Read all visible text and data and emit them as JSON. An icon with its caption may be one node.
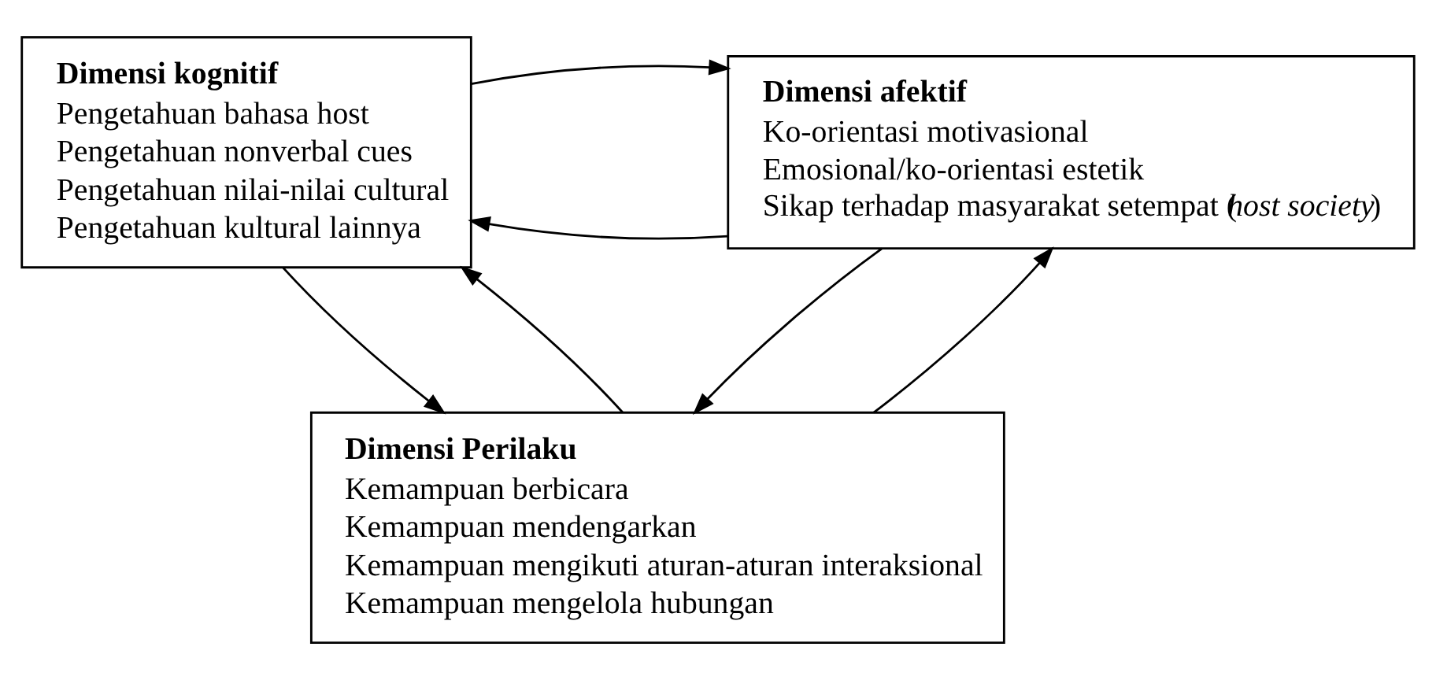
{
  "diagram": {
    "nodes": [
      {
        "text": [
          "Dimensi kognitif",
          "Pengetahuan bahasa host",
          "Pengetahuan nonverbal cues",
          "Pengetahuan nilai-nilai cultural",
          "Pengetahuan kultural lainnya"
        ]
      },
      {
        "text": [
          "Dimensi afektif",
          "Ko-orientasi motivasional",
          "Emosional/ko-orientasi estetik",
          "Sikap terhadap masyarakat setempat (*host society*)"
        ]
      },
      {
        "text": [
          "Dimensi Perilaku",
          "Kemampuan berbicara",
          "Kemampuan mendengarkan",
          "Kemampuan mengikuti aturan-aturan interaksional",
          "Kemampuan mengelola hubungan"
        ]
      }
    ],
    "edges": [
      {
        "from": 1,
        "to": 0,
        "arrow": "to"
      },
      {
        "from": 0,
        "to": 1,
        "arrow": "to"
      },
      {
        "from": 0,
        "to": 2,
        "arrow": "to"
      },
      {
        "from": 2,
        "to": 0,
        "arrow": "to"
      },
      {
        "from": 1,
        "to": 2,
        "arrow": "to"
      },
      {
        "from": 2,
        "to": 1,
        "arrow": "to"
      }
    ]
  }
}
